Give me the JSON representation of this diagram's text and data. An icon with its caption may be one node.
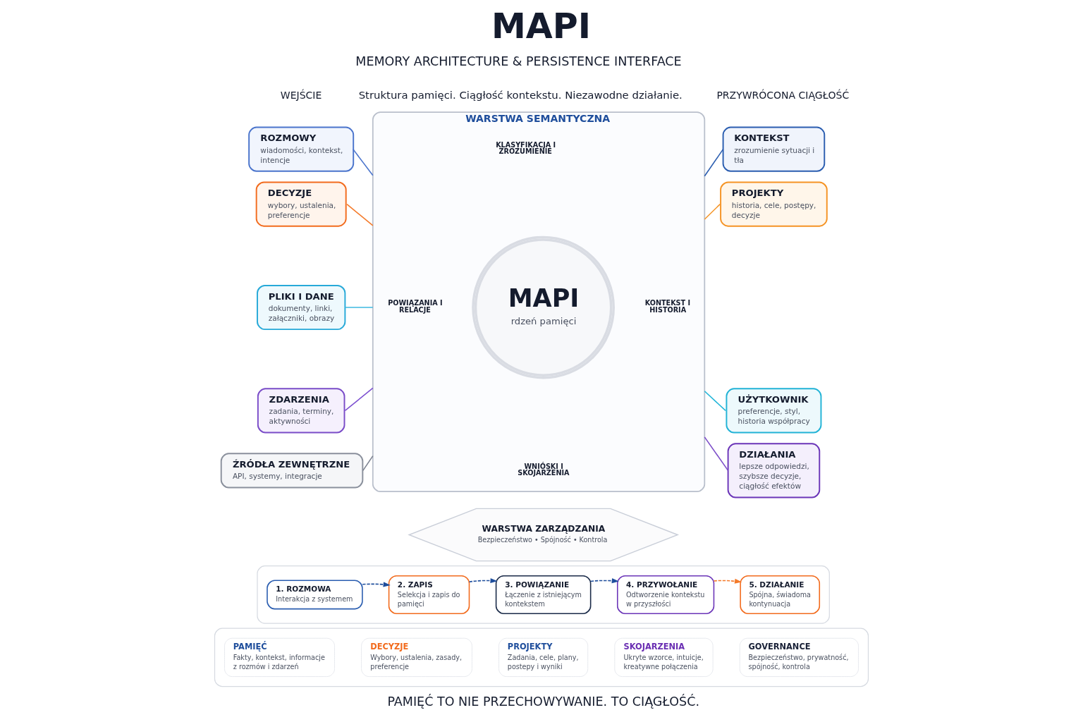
{
  "diagram": {
    "title": "MAPI",
    "caption": "PAMIĘĆ TO NIE PRZECHOWYWANIE. TO CIĄGŁOŚĆ.",
    "nodes": [
      {
        "text": [
          "ROZMOWY",
          "wiadomości, kontekst, intencje"
        ]
      },
      {
        "text": [
          "DECYZJE",
          "wybory, ustalenia, preferencje"
        ]
      },
      {
        "text": [
          "PLIKI I DANE",
          "dokumenty, linki, załączniki, obrazy"
        ]
      },
      {
        "text": [
          "ZDARZENIA",
          "zadania, terminy, aktywności"
        ]
      },
      {
        "text": [
          "ŹRÓDŁA ZEWNĘTRZNE",
          "API, systemy, integracje"
        ]
      },
      {
        "text": [
          "WARSTWA SEMANTYCZNA"
        ]
      },
      {
        "text": [
          "MAPI",
          "rdzeń pamięci"
        ],
        "in": 5
      },
      {
        "text": [
          "WARSTWA ZARZĄDZANIA",
          "Bezpieczeństwo • Spójność • Kontrola"
        ]
      },
      {
        "text": [
          "KONTEKST",
          "zrozumienie sytuacji i tła"
        ]
      },
      {
        "text": [
          "PROJEKTY",
          "historia, cele, postępy, decyzje"
        ]
      },
      {
        "text": [
          "UŻYTKOWNIK",
          "preferencje, styl, historia współpracy"
        ]
      },
      {
        "text": [
          "DZIAŁANIA",
          "lepsze odpowiedzi, szybsze decyzje, ciągłość efektów"
        ]
      },
      {
        "text": [],
        "shape": "box"
      },
      {
        "text": [
          "1. ROZMOWA",
          "Interakcja z systemem"
        ],
        "in": 12
      },
      {
        "text": [
          "2. ZAPIS",
          "Selekcja i zapis do pamięci"
        ],
        "in": 12
      },
      {
        "text": [
          "3. POWIĄZANIE",
          "Łączenie z istniejącym kontekstem"
        ],
        "in": 12
      },
      {
        "text": [
          "4. PRZYWOŁANIE",
          "Odtworzenie kontekstu w przyszłości"
        ],
        "in": 12
      },
      {
        "text": [
          "5. DZIAŁANIE",
          "Spójna, świadoma kontynuacja"
        ],
        "in": 12
      },
      {
        "text": [],
        "shape": "box"
      },
      {
        "text": [
          "PAMIĘĆ",
          "Fakty, kontekst, informacje z rozmów i zdarzeń"
        ],
        "in": 18
      },
      {
        "text": [
          "DECYZJE",
          "Wybory, ustalenia, zasady, preferencje"
        ],
        "in": 18
      },
      {
        "text": [
          "PROJEKTY",
          "Zadania, cele, plany, postepy i wyniki"
        ],
        "in": 18
      },
      {
        "text": [
          "SKOJARZENIA",
          "Ukryte wzorce, intuicje, kreatywne połączenia"
        ],
        "in": 18
      },
      {
        "text": [
          "GOVERNANCE",
          "Bezpieczeństwo, prywatność, spójność, kontrola"
        ],
        "in": 18
      }
    ],
    "edges": [
      {
        "from": 0,
        "to": 5,
        "arrow": "none",
        "color": "#4a74cc"
      },
      {
        "from": 1,
        "to": 5,
        "arrow": "none",
        "color": "#f47a2a"
      },
      {
        "from": 2,
        "to": 5,
        "arrow": "none",
        "color": "#3cb8e0"
      },
      {
        "from": 3,
        "to": 5,
        "arrow": "none",
        "color": "#7c4fd0"
      },
      {
        "from": 4,
        "to": 5,
        "arrow": "none",
        "color": "#7a808e"
      },
      {
        "from": 5,
        "to": 8,
        "arrow": "none",
        "color": "#2a5db0"
      },
      {
        "from": 5,
        "to": 9,
        "arrow": "none",
        "color": "#f5962a"
      },
      {
        "from": 5,
        "to": 10,
        "arrow": "none",
        "color": "#22b5d8"
      },
      {
        "from": 5,
        "to": 11,
        "arrow": "none",
        "color": "#7b4cc8"
      },
      {
        "from": 13,
        "to": 14,
        "arrow": "to",
        "style": "dashed"
      },
      {
        "from": 14,
        "to": 15,
        "arrow": "to",
        "style": "dashed"
      },
      {
        "from": 15,
        "to": 16,
        "arrow": "to",
        "style": "dashed"
      },
      {
        "from": 16,
        "to": 17,
        "arrow": "to",
        "style": "dashed",
        "color": "#f47a2a"
      }
    ],
    "labels": [
      "MEMORY ARCHITECTURE & PERSISTENCE INTERFACE",
      "Struktura pamięci. Ciągłość kontekstu. Niezawodne działanie.",
      "WEJŚCIE",
      "PRZYWRÓCONA CIĄGŁOŚĆ",
      "KLASYFIKACJA I ZROZUMIENIE",
      "POWIĄZANIA I RELACJE",
      "KONTEKST I HISTORIA",
      "WNIÓSKI I SKOJARZENIA"
    ]
  }
}
